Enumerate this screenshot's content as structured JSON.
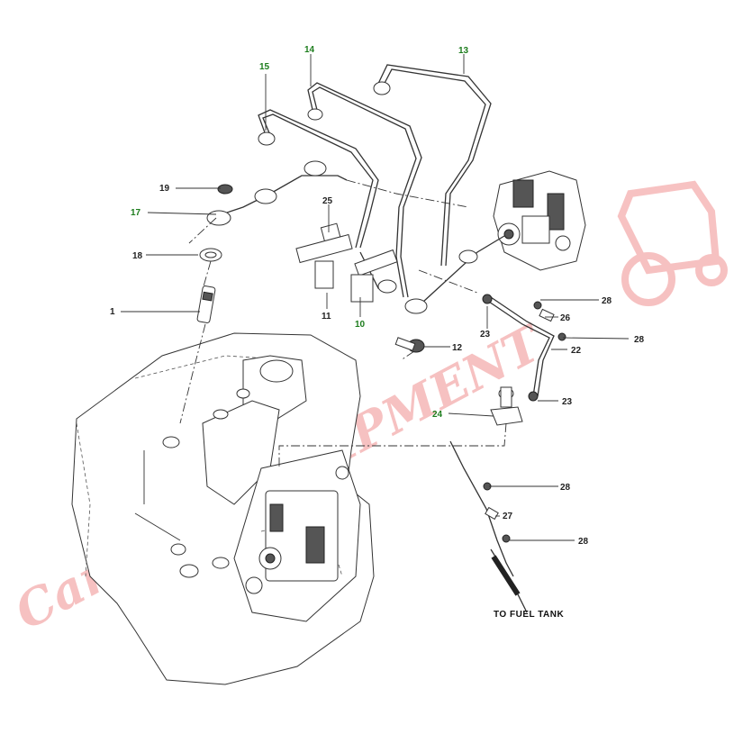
{
  "callouts": {
    "c1": "1",
    "c10": "10",
    "c11": "11",
    "c12": "12",
    "c13": "13",
    "c14": "14",
    "c15": "15",
    "c17": "17",
    "c18": "18",
    "c19": "19",
    "c22": "22",
    "c23a": "23",
    "c23b": "23",
    "c24": "24",
    "c25": "25",
    "c26": "26",
    "c27": "27",
    "c28a": "28",
    "c28b": "28",
    "c28c": "28",
    "c28d": "28"
  },
  "note": "TO FUEL TANK",
  "watermark": {
    "text": "Carter's EQUIPMENT",
    "color": "#f08f8f"
  },
  "colors": {
    "highlight_label": "#1d7d1d",
    "line": "#333333"
  }
}
